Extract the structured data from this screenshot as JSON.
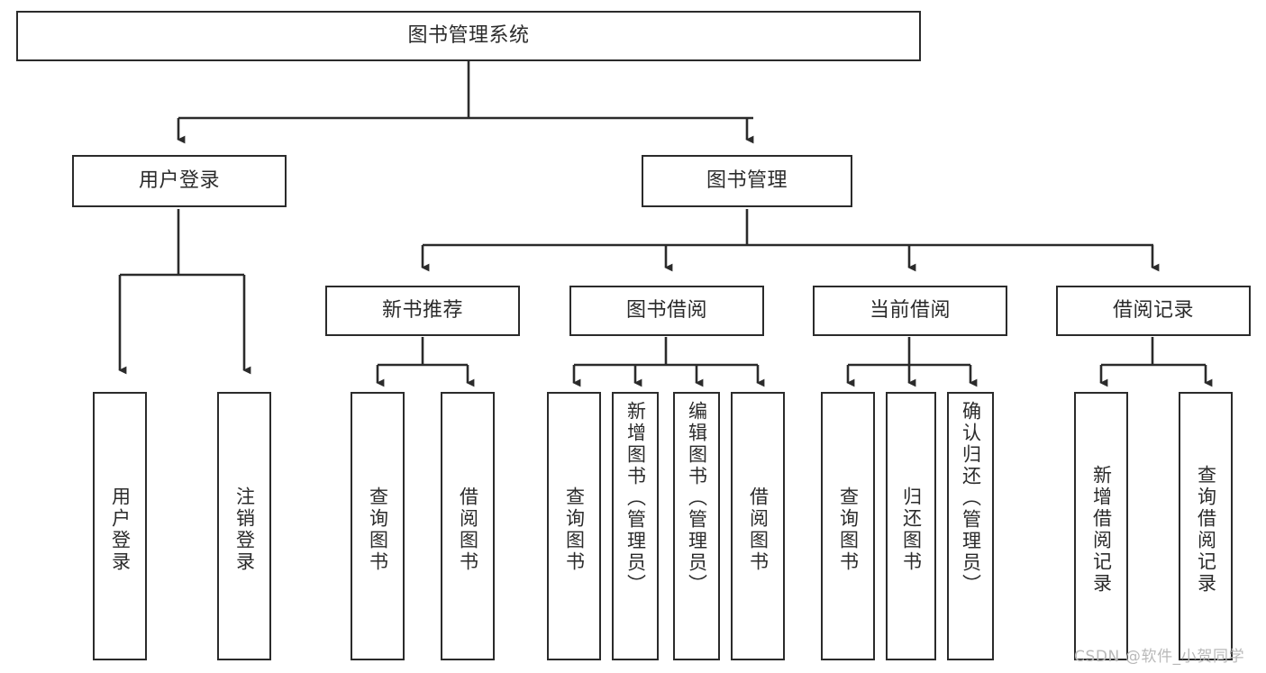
{
  "diagram": {
    "title": "图书管理系统",
    "type": "tree-hierarchy-chart",
    "root": {
      "label": "图书管理系统"
    },
    "level2": [
      {
        "label": "用户登录"
      },
      {
        "label": "图书管理"
      }
    ],
    "level3": [
      {
        "label": "新书推荐"
      },
      {
        "label": "图书借阅"
      },
      {
        "label": "当前借阅"
      },
      {
        "label": "借阅记录"
      }
    ],
    "leaves": [
      {
        "label": "用户登录"
      },
      {
        "label": "注销登录"
      },
      {
        "label": "查询图书"
      },
      {
        "label": "借阅图书"
      },
      {
        "label": "查询图书"
      },
      {
        "label": "新增图书（管理员）"
      },
      {
        "label": "编辑图书（管理员）"
      },
      {
        "label": "借阅图书"
      },
      {
        "label": "查询图书"
      },
      {
        "label": "归还图书"
      },
      {
        "label": "确认归还（管理员）"
      },
      {
        "label": "新增借阅记录"
      },
      {
        "label": "查询借阅记录"
      }
    ]
  },
  "watermark": {
    "text": "CSDN @软件_小贺同学"
  },
  "colors": {
    "stroke": "#2b2b2b",
    "fill": "#ffffff",
    "text": "#2b2b2b",
    "watermark": "#b9b9b9"
  }
}
